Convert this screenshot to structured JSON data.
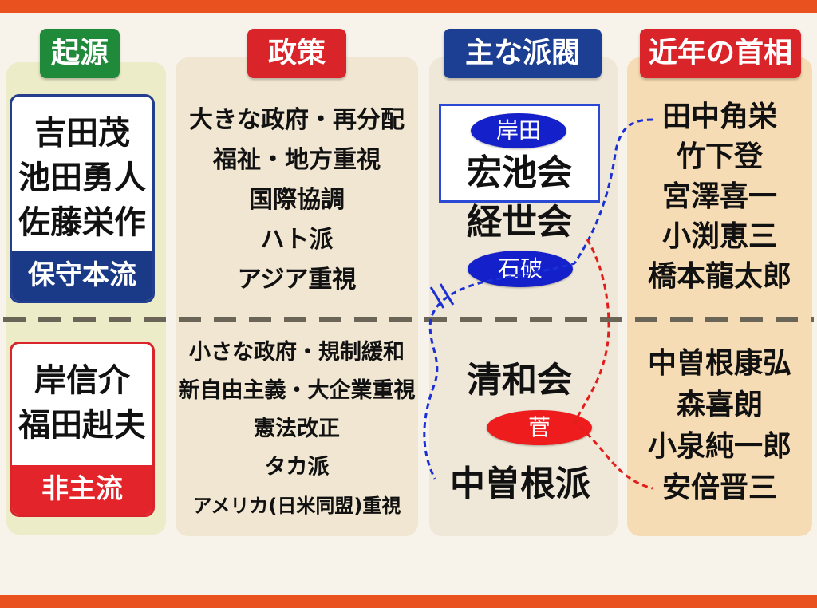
{
  "columns": {
    "origin": {
      "header": "起源",
      "mainstream_names": [
        "吉田茂",
        "池田勇人",
        "佐藤栄作"
      ],
      "mainstream_tag": "保守本流",
      "non_mainstream_names": [
        "岸信介",
        "福田赳夫"
      ],
      "non_mainstream_tag": "非主流"
    },
    "policy": {
      "header": "政策",
      "upper": [
        "大きな政府・再分配",
        "福祉・地方重視",
        "国際協調",
        "ハト派",
        "アジア重視"
      ],
      "lower": [
        "小さな政府・規制緩和",
        "新自由主義・大企業重視",
        "憲法改正",
        "タカ派",
        "アメリカ(日米同盟)重視"
      ]
    },
    "factions": {
      "header": "主な派閥",
      "kishida_pill": "岸田",
      "kochikai": "宏池会",
      "keiseikai": "経世会",
      "ishiba_pill": "石破",
      "seiwakai": "清和会",
      "suga_pill": "菅",
      "nakasone": "中曽根派"
    },
    "prime_ministers": {
      "header": "近年の首相",
      "upper": [
        "田中角栄",
        "竹下登",
        "宮澤喜一",
        "小渕恵三",
        "橋本龍太郎"
      ],
      "lower": [
        "中曽根康弘",
        "森喜朗",
        "小泉純一郎",
        "安倍晋三"
      ]
    }
  },
  "colors": {
    "frame": "#e9521f",
    "green": "#1f8a3a",
    "red": "#d9242a",
    "navy": "#1c3f94",
    "pill_blue": "#1420c9",
    "pill_red": "#ee1c1c"
  }
}
